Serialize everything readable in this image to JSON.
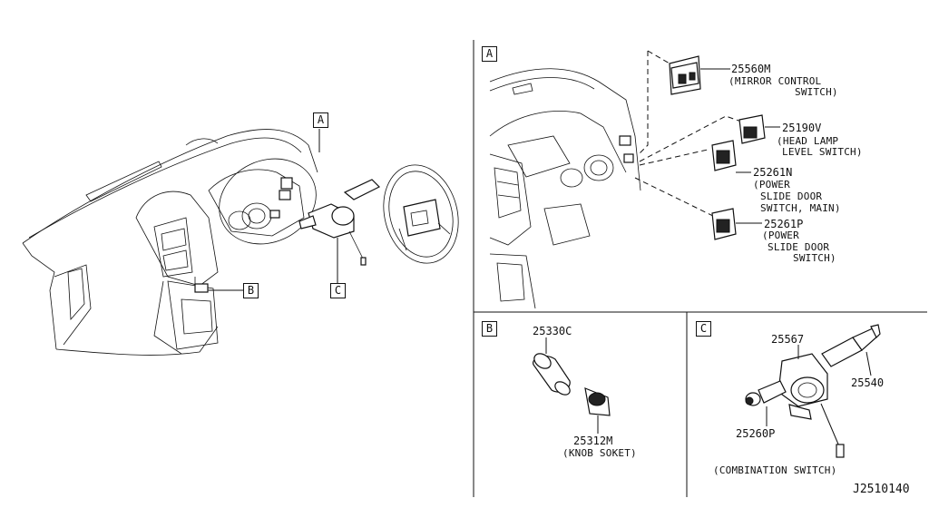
{
  "callouts": {
    "main_a": "A",
    "main_b": "B",
    "main_c": "C",
    "panel_a": "A",
    "panel_b": "B",
    "panel_c": "C"
  },
  "panel_a": {
    "parts": [
      {
        "code": "25560M",
        "desc_lines": [
          "(MIRROR CONTROL",
          "SWITCH)"
        ]
      },
      {
        "code": "25190V",
        "desc_lines": [
          "(HEAD LAMP",
          "LEVEL SWITCH)"
        ]
      },
      {
        "code": "25261N",
        "desc_lines": [
          "(POWER",
          "SLIDE DOOR",
          "SWITCH, MAIN)"
        ]
      },
      {
        "code": "25261P",
        "desc_lines": [
          "(POWER",
          "SLIDE DOOR",
          "SWITCH)"
        ]
      }
    ]
  },
  "panel_b": {
    "parts": [
      {
        "code": "25330C"
      },
      {
        "code": "25312M",
        "desc": "(KNOB SOKET)"
      }
    ]
  },
  "panel_c": {
    "parts": [
      {
        "code": "25567"
      },
      {
        "code": "25540"
      },
      {
        "code": "25260P"
      }
    ],
    "caption": "(COMBINATION SWITCH)"
  },
  "drawing_number": "J2510140"
}
